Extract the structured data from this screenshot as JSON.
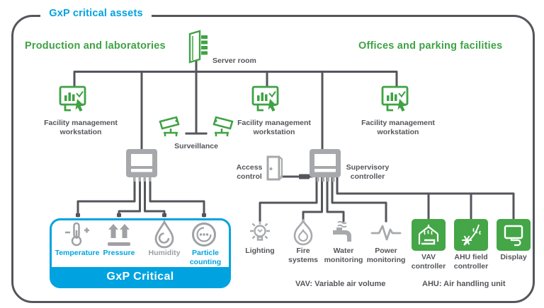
{
  "badge": {
    "label": "GxP critical assets"
  },
  "headers": {
    "left": "Production and laboratories",
    "right": "Offices and parking facilities"
  },
  "nodes": {
    "server_room": "Server room",
    "workstations": [
      "Facility management workstation",
      "Facility management workstation",
      "Facility management workstation"
    ],
    "surveillance": "Surveillance",
    "access_control": "Access control",
    "supervisory_controller": "Supervisory controller"
  },
  "gxp": {
    "title": "GxP Critical",
    "sensors": [
      "Temperature",
      "Pressure",
      "Humidity",
      "Particle counting"
    ]
  },
  "facilities": [
    "Lighting",
    "Fire systems",
    "Water monitoring",
    "Power monitoring"
  ],
  "devices": [
    "VAV controller",
    "AHU field controller",
    "Display"
  ],
  "legend": [
    "VAV: Variable air volume",
    "AHU: Air handling unit"
  ],
  "colors": {
    "green": "#3FA244",
    "cyan": "#00A3E0",
    "dark_gray": "#54565B",
    "icon_gray": "#A4A6A9"
  }
}
